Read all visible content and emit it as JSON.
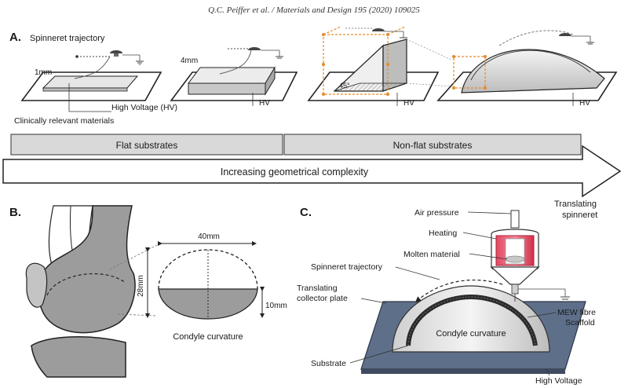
{
  "header": {
    "citation": "Q.C. Peiffer et al. / Materials and Design 195 (2020) 109025"
  },
  "panel_a": {
    "letter": "A.",
    "spinneret_trajectory": "Spinneret trajectory",
    "dim_1mm": "1mm",
    "dim_4mm": "4mm",
    "high_voltage": "High Voltage (HV)",
    "hv": "HV",
    "clinical": "Clinically relevant materials",
    "angle": "45°",
    "flat_label": "Flat substrates",
    "nonflat_label": "Non-flat substrates",
    "arrow_label": "Increasing geometrical complexity"
  },
  "panel_b": {
    "letter": "B.",
    "width_dim": "40mm",
    "height_dim": "28mm",
    "depth_dim": "10mm",
    "caption": "Condyle curvature"
  },
  "panel_c": {
    "letter": "C.",
    "air_pressure": "Air pressure",
    "heating": "Heating",
    "molten": "Molten material",
    "trajectory": "Spinneret trajectory",
    "collector_line1": "Translating",
    "collector_line2": "collector plate",
    "translating_line1": "Translating",
    "translating_line2": "spinneret",
    "mew_line1": "MEW fibre",
    "mew_line2": "Scaffold",
    "condyle": "Condyle curvature",
    "substrate": "Substrate",
    "high_voltage": "High Voltage"
  },
  "colors": {
    "banner_fill": "#d9d9d9",
    "orange_dash": "#e88a2a",
    "heater_red": "#d9304a",
    "plate_blue": "#5e6f8a"
  }
}
